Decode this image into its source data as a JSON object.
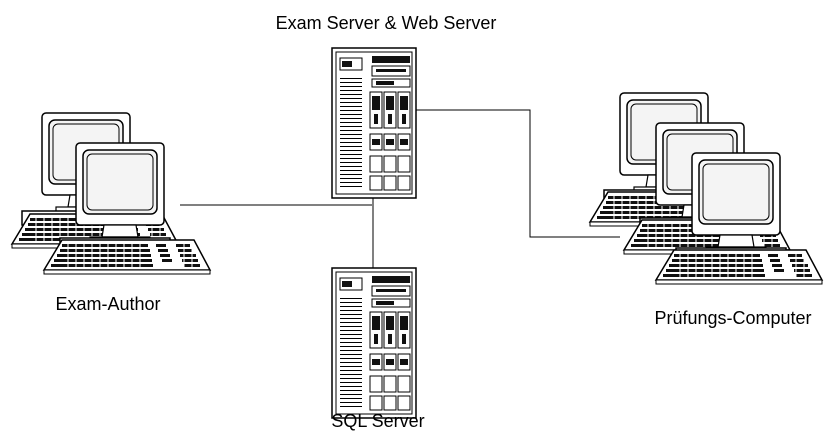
{
  "diagram": {
    "nodes": [
      {
        "id": "web-server",
        "label": "Exam Server & Web Server",
        "kind": "server"
      },
      {
        "id": "sql-server",
        "label": "SQL Server",
        "kind": "server"
      },
      {
        "id": "author",
        "label": "Exam-Author",
        "kind": "workstation"
      },
      {
        "id": "test-computers",
        "label": "Prüfungs-Computer",
        "kind": "workstation-group"
      }
    ],
    "edges": [
      {
        "from": "author",
        "to": "web-server"
      },
      {
        "from": "web-server",
        "to": "sql-server"
      },
      {
        "from": "web-server",
        "to": "test-computers"
      }
    ],
    "colors": {
      "line": "#000000",
      "fill": "#ffffff",
      "screen_inner": "#f4f4f4",
      "dark": "#111111"
    }
  }
}
